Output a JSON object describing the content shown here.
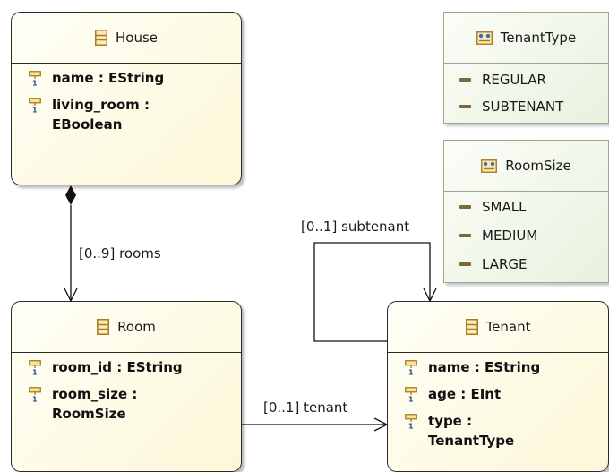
{
  "classes": {
    "house": {
      "name": "House",
      "attributes": [
        {
          "line1": "name : EString",
          "line2": ""
        },
        {
          "line1": "living_room :",
          "line2": "EBoolean"
        }
      ]
    },
    "room": {
      "name": "Room",
      "attributes": [
        {
          "line1": "room_id : EString",
          "line2": ""
        },
        {
          "line1": "room_size :",
          "line2": "RoomSize"
        }
      ]
    },
    "tenant": {
      "name": "Tenant",
      "attributes": [
        {
          "line1": "name : EString",
          "line2": ""
        },
        {
          "line1": "age : EInt",
          "line2": ""
        },
        {
          "line1": "type :",
          "line2": "TenantType"
        }
      ]
    }
  },
  "enums": {
    "tenant_type": {
      "name": "TenantType",
      "literals": [
        "REGULAR",
        "SUBTENANT"
      ]
    },
    "room_size": {
      "name": "RoomSize",
      "literals": [
        "SMALL",
        "MEDIUM",
        "LARGE"
      ]
    }
  },
  "references": {
    "rooms": "[0..9] rooms",
    "subtenant": "[0..1] subtenant",
    "tenant": "[0..1] tenant"
  },
  "icons": {
    "class": "eclass-icon",
    "enum": "eenum-icon",
    "attribute": "eattribute-icon",
    "literal": "eenum-literal-icon"
  }
}
